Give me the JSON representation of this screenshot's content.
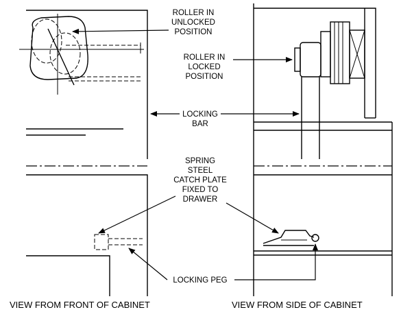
{
  "labels": {
    "roller_unlocked": [
      "ROLLER IN",
      "UNLOCKED",
      "POSITION"
    ],
    "roller_locked": [
      "ROLLER IN",
      "LOCKED",
      "POSITION"
    ],
    "locking_bar": [
      "LOCKING",
      "BAR"
    ],
    "catch_plate": [
      "SPRING",
      "STEEL",
      "CATCH PLATE",
      "FIXED TO",
      "DRAWER"
    ],
    "locking_peg": "LOCKING PEG"
  },
  "captions": {
    "front": "VIEW FROM FRONT OF CABINET",
    "side": "VIEW FROM SIDE OF CABINET"
  }
}
